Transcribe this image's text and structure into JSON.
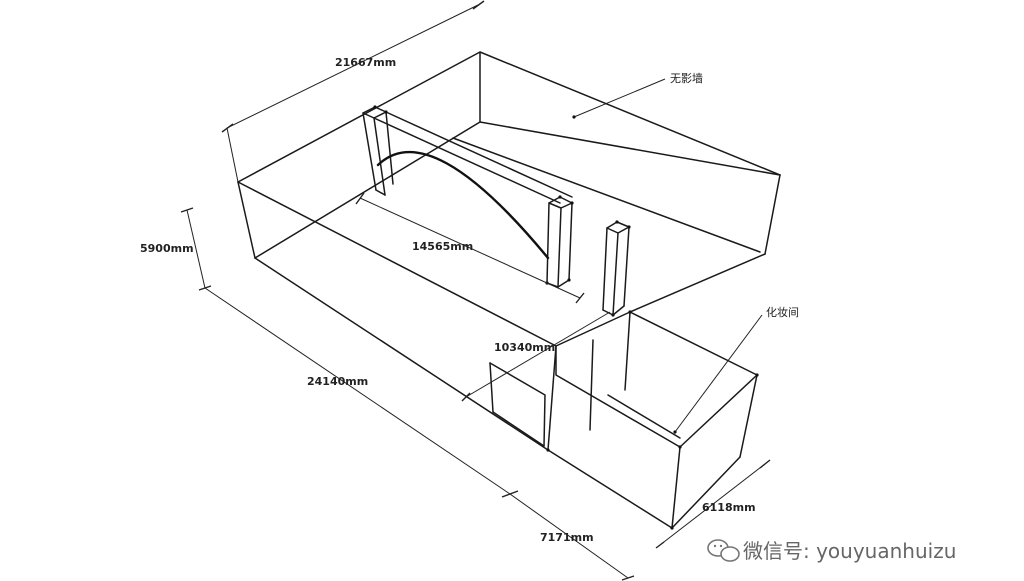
{
  "dimensions": {
    "width_top": "21667mm",
    "height": "5900mm",
    "arch_span": "14565mm",
    "mid_depth": "10340mm",
    "long_side": "24140mm",
    "bottom_front": "7171mm",
    "bottom_right": "6118mm"
  },
  "labels": {
    "infinity_wall": "无影墙",
    "makeup_room": "化妆间"
  },
  "watermark": {
    "text": "微信号: youyuanhuizu",
    "icon": "wechat-icon"
  },
  "colors": {
    "line": "#1a1a1a",
    "background": "#ffffff",
    "watermark": "#666666"
  }
}
